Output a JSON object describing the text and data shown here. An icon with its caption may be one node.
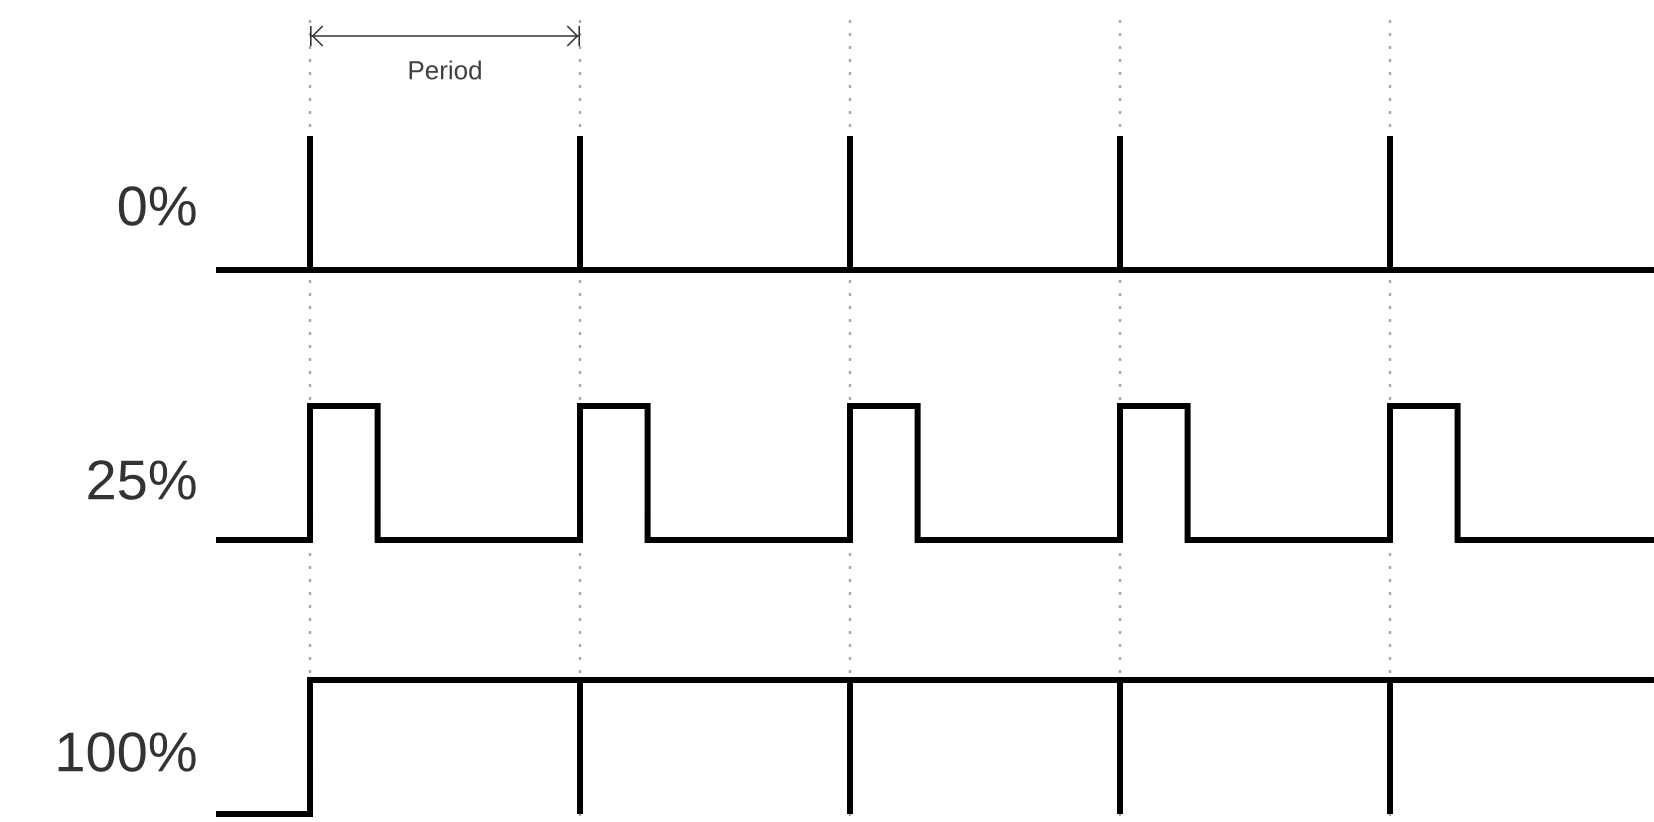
{
  "diagram": {
    "labels": [
      "Period",
      "0%",
      "25%",
      "100%"
    ]
  }
}
